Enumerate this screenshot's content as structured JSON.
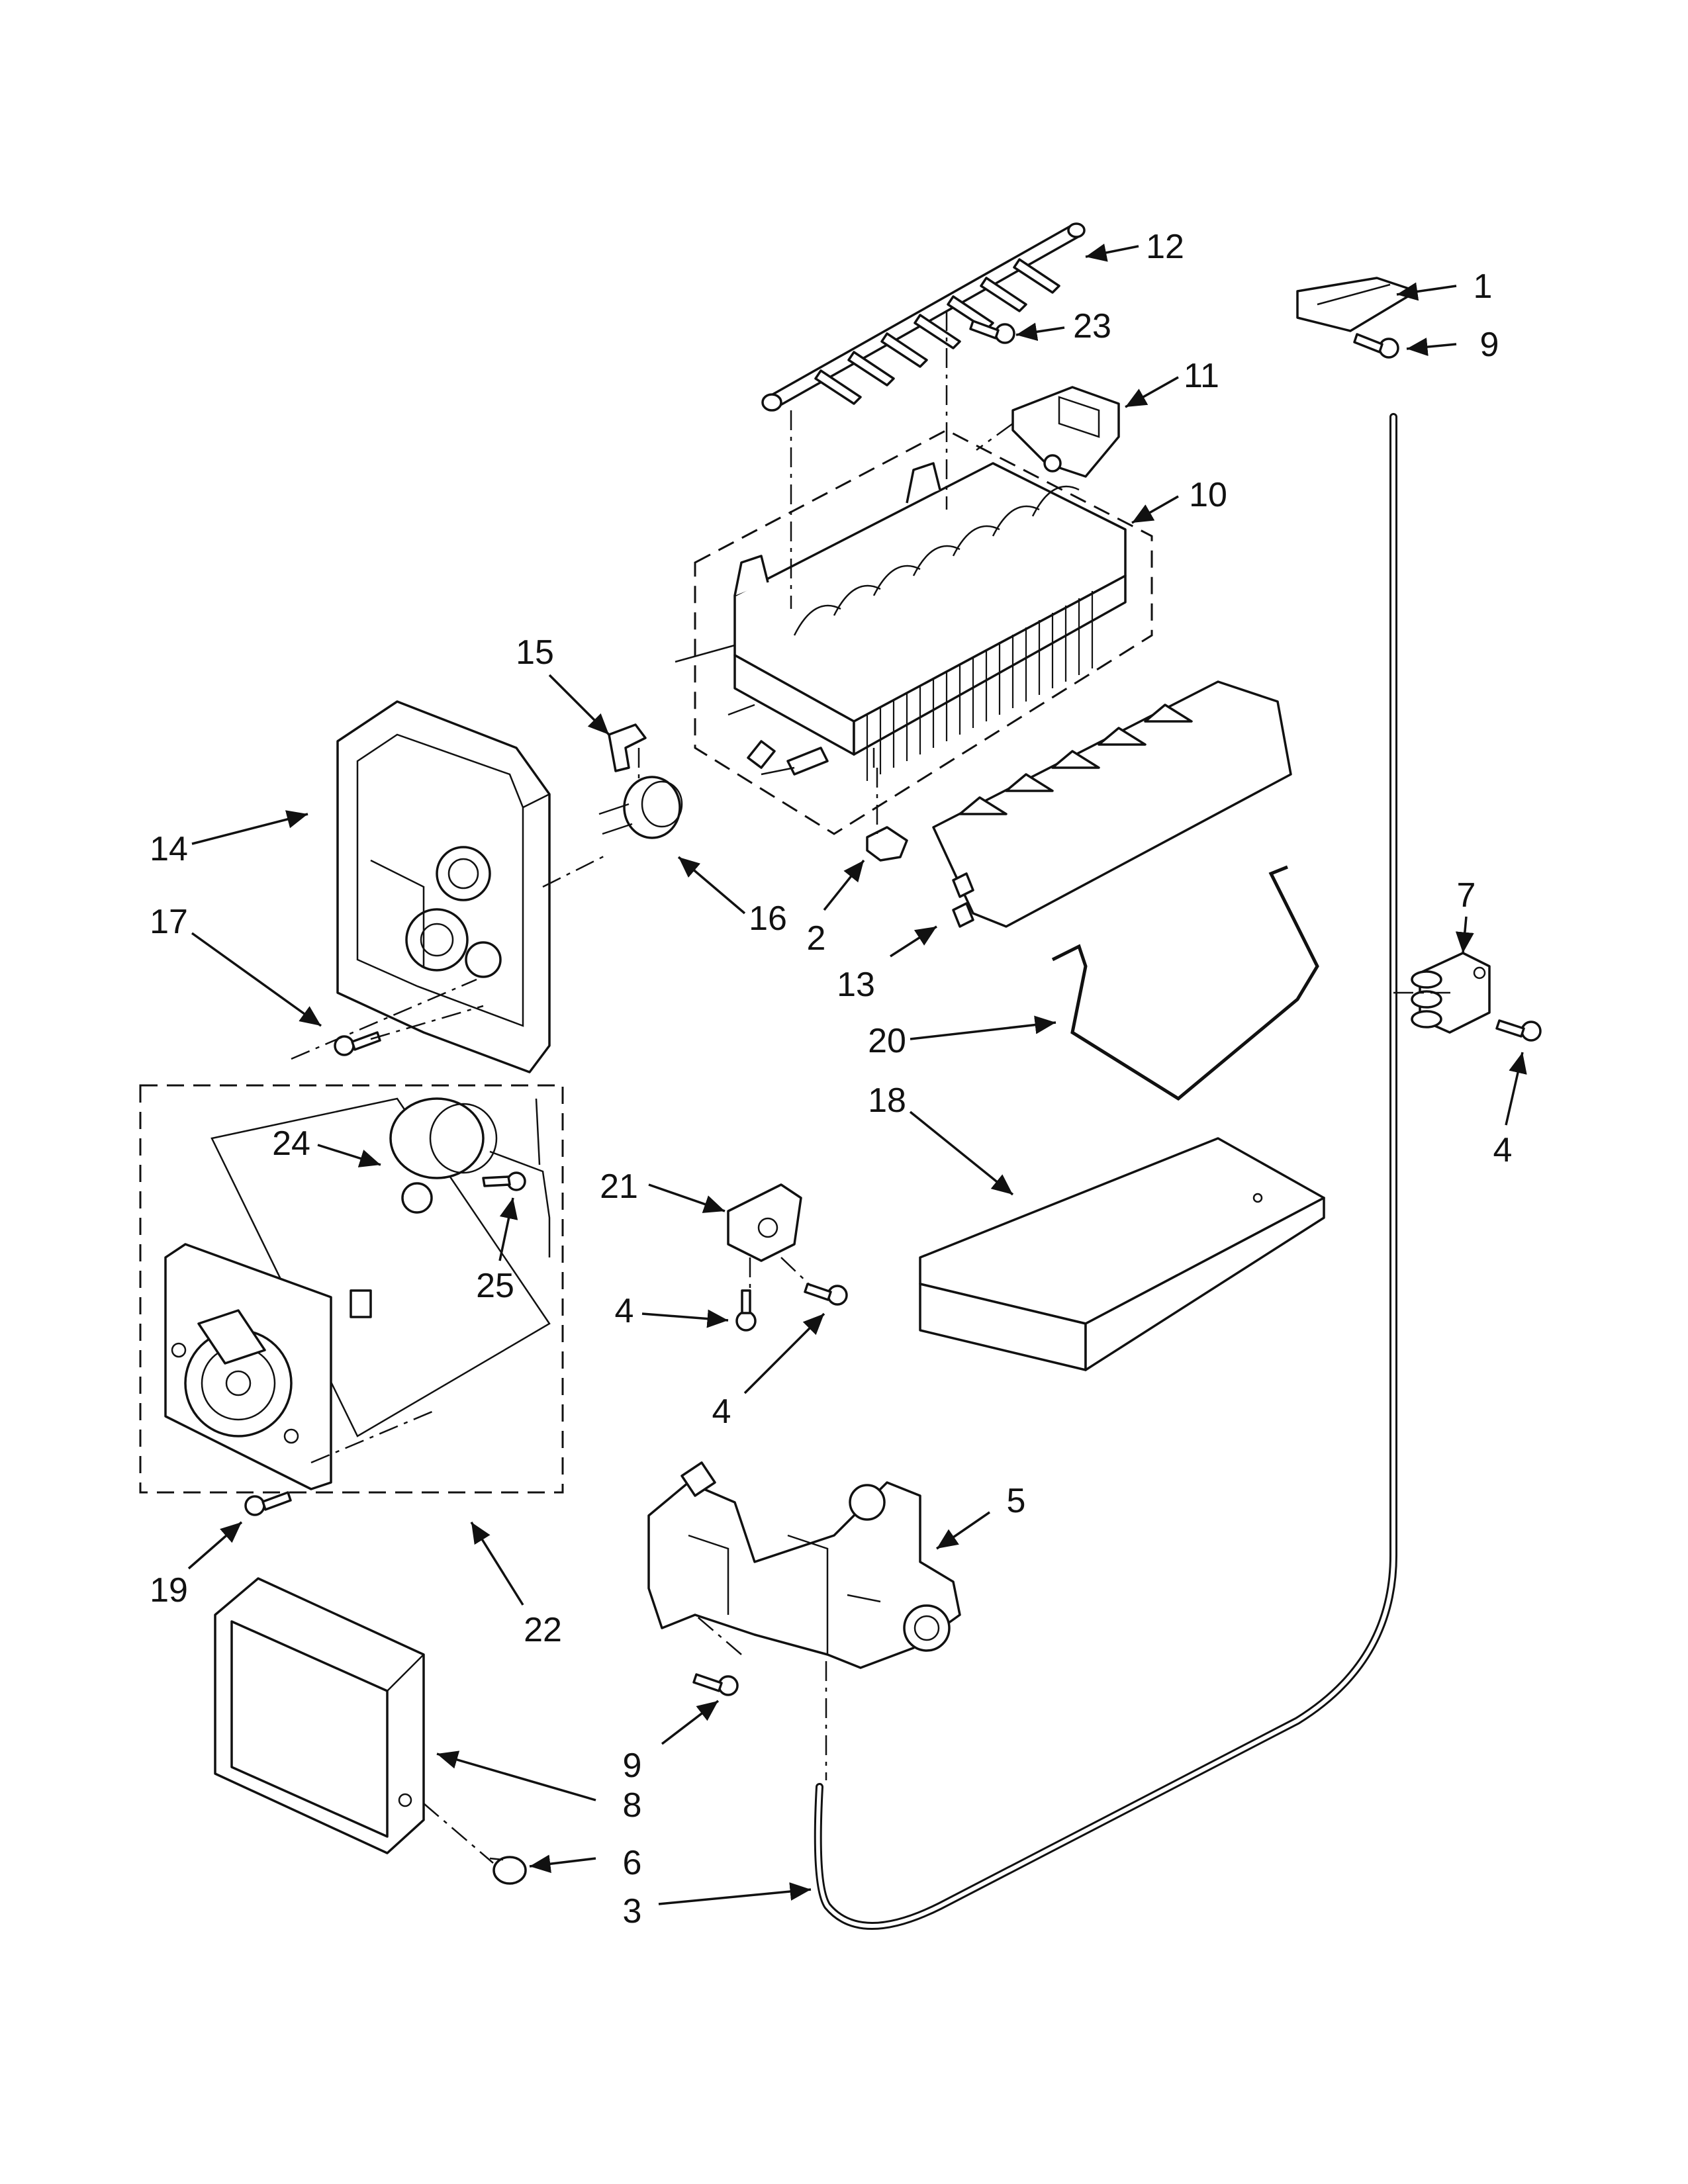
{
  "callouts": [
    {
      "id": "c1",
      "text": "1"
    },
    {
      "id": "c9a",
      "text": "9"
    },
    {
      "id": "c12",
      "text": "12"
    },
    {
      "id": "c23",
      "text": "23"
    },
    {
      "id": "c11",
      "text": "11"
    },
    {
      "id": "c10",
      "text": "10"
    },
    {
      "id": "c15",
      "text": "15"
    },
    {
      "id": "c14",
      "text": "14"
    },
    {
      "id": "c16",
      "text": "16"
    },
    {
      "id": "c2",
      "text": "2"
    },
    {
      "id": "c13",
      "text": "13"
    },
    {
      "id": "c17",
      "text": "17"
    },
    {
      "id": "c20",
      "text": "20"
    },
    {
      "id": "c7",
      "text": "7"
    },
    {
      "id": "c4a",
      "text": "4"
    },
    {
      "id": "c18",
      "text": "18"
    },
    {
      "id": "c24",
      "text": "24"
    },
    {
      "id": "c21",
      "text": "21"
    },
    {
      "id": "c25",
      "text": "25"
    },
    {
      "id": "c4b",
      "text": "4"
    },
    {
      "id": "c4c",
      "text": "4"
    },
    {
      "id": "c5",
      "text": "5"
    },
    {
      "id": "c19",
      "text": "19"
    },
    {
      "id": "c22",
      "text": "22"
    },
    {
      "id": "c9b",
      "text": "9"
    },
    {
      "id": "c8",
      "text": "8"
    },
    {
      "id": "c6",
      "text": "6"
    },
    {
      "id": "c3",
      "text": "3"
    }
  ]
}
